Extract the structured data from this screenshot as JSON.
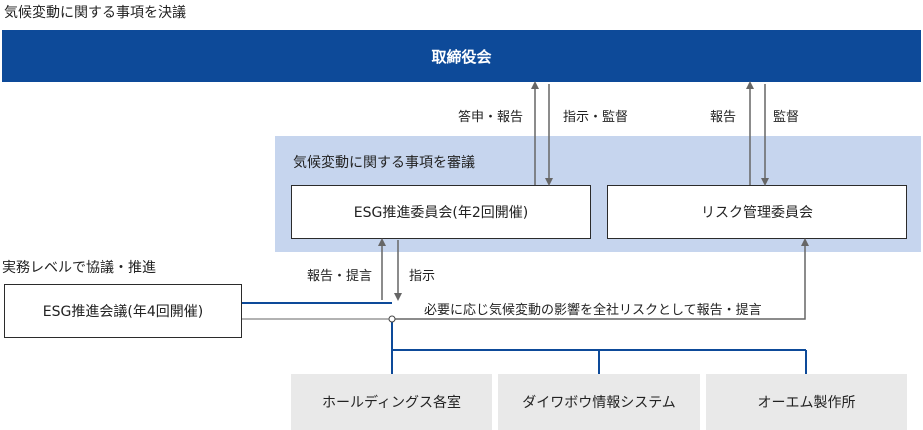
{
  "header": {
    "decide_title": "気候変動に関する事項を決議"
  },
  "board": {
    "label": "取締役会"
  },
  "review": {
    "title": "気候変動に関する事項を審議"
  },
  "esg_committee": {
    "label": "ESG推進委員会(年2回開催)"
  },
  "risk_committee": {
    "label": "リスク管理委員会"
  },
  "practical": {
    "title": "実務レベルで協議・推進"
  },
  "esg_council": {
    "label": "ESG推進会議(年4回開催)"
  },
  "arrows": {
    "report_answer": "答申・報告",
    "instruct_supervise": "指示・監督",
    "report": "報告",
    "supervise": "監督",
    "report_propose": "報告・提言",
    "instruct": "指示",
    "risk_report": "必要に応じ気候変動の影響を全社リスクとして報告・提言"
  },
  "units": [
    {
      "label": "ホールディングス各室"
    },
    {
      "label": "ダイワボウ情報システム"
    },
    {
      "label": "オーエム製作所"
    }
  ],
  "colors": {
    "navy": "#0d4a99",
    "light_blue": "#c6d5ee",
    "gray_box": "#e9e9e9",
    "arrow": "#666666"
  }
}
